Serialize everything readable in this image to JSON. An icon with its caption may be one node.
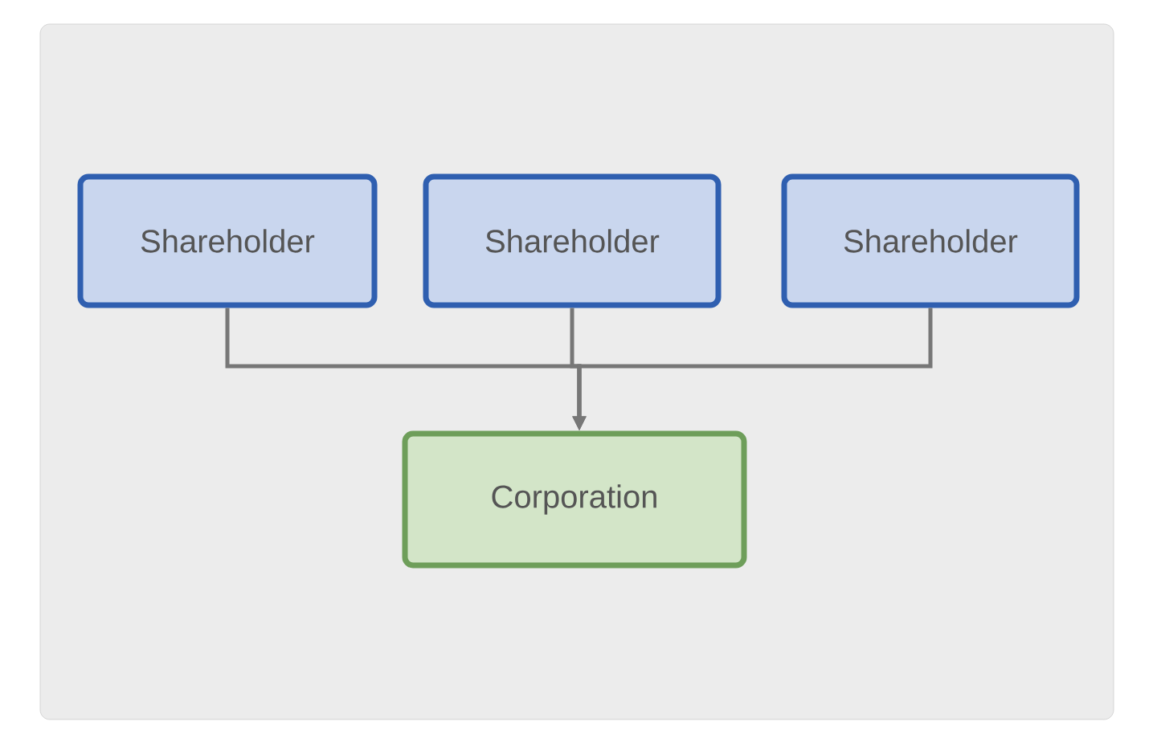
{
  "diagram": {
    "nodes": [
      {
        "text": [
          "Shareholder"
        ]
      },
      {
        "text": [
          "Shareholder"
        ]
      },
      {
        "text": [
          "Shareholder"
        ]
      },
      {
        "text": [
          "Corporation"
        ]
      }
    ],
    "edges": [
      {
        "from": 0,
        "to": 3,
        "arrow": "to"
      },
      {
        "from": 1,
        "to": 3,
        "arrow": "to"
      },
      {
        "from": 2,
        "to": 3,
        "arrow": "to"
      }
    ]
  }
}
